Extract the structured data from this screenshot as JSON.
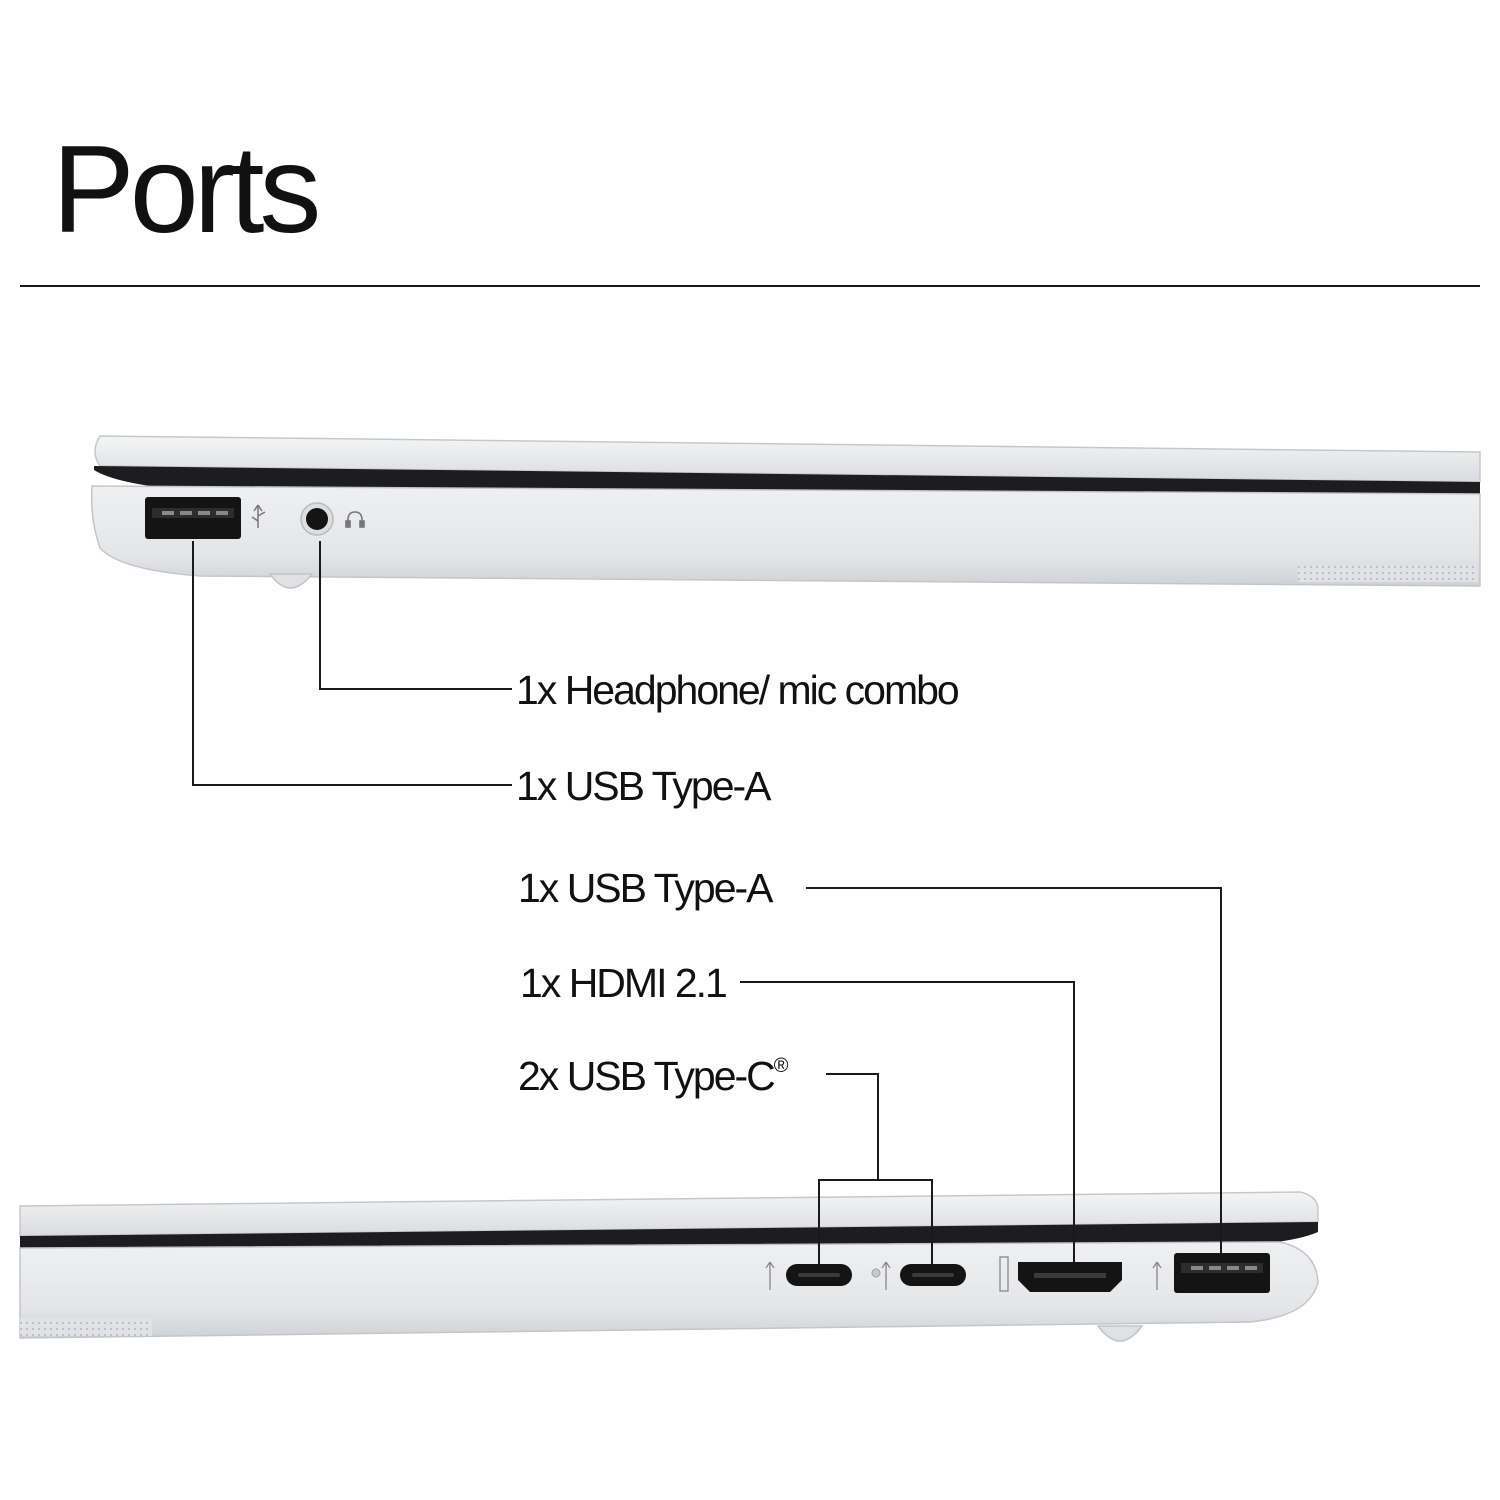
{
  "page": {
    "title": "Ports"
  },
  "left_side": {
    "ports": [
      {
        "label": "1x Headphone/ mic combo",
        "icon": "headphone-icon"
      },
      {
        "label": "1x USB Type-A",
        "icon": "usb-a-port"
      }
    ]
  },
  "right_side": {
    "ports": [
      {
        "label": "1x USB Type-A",
        "icon": "usb-a-port"
      },
      {
        "label": "1x HDMI 2.1",
        "icon": "hdmi-port"
      },
      {
        "label": "2x USB Type-C",
        "suffix": "®",
        "icon": "usb-c-port"
      }
    ]
  },
  "colors": {
    "chassis": "#e4e6e8",
    "chassis_dark": "#c9ccd0",
    "port": "#141414",
    "leader_line": "#1a1a1a"
  }
}
